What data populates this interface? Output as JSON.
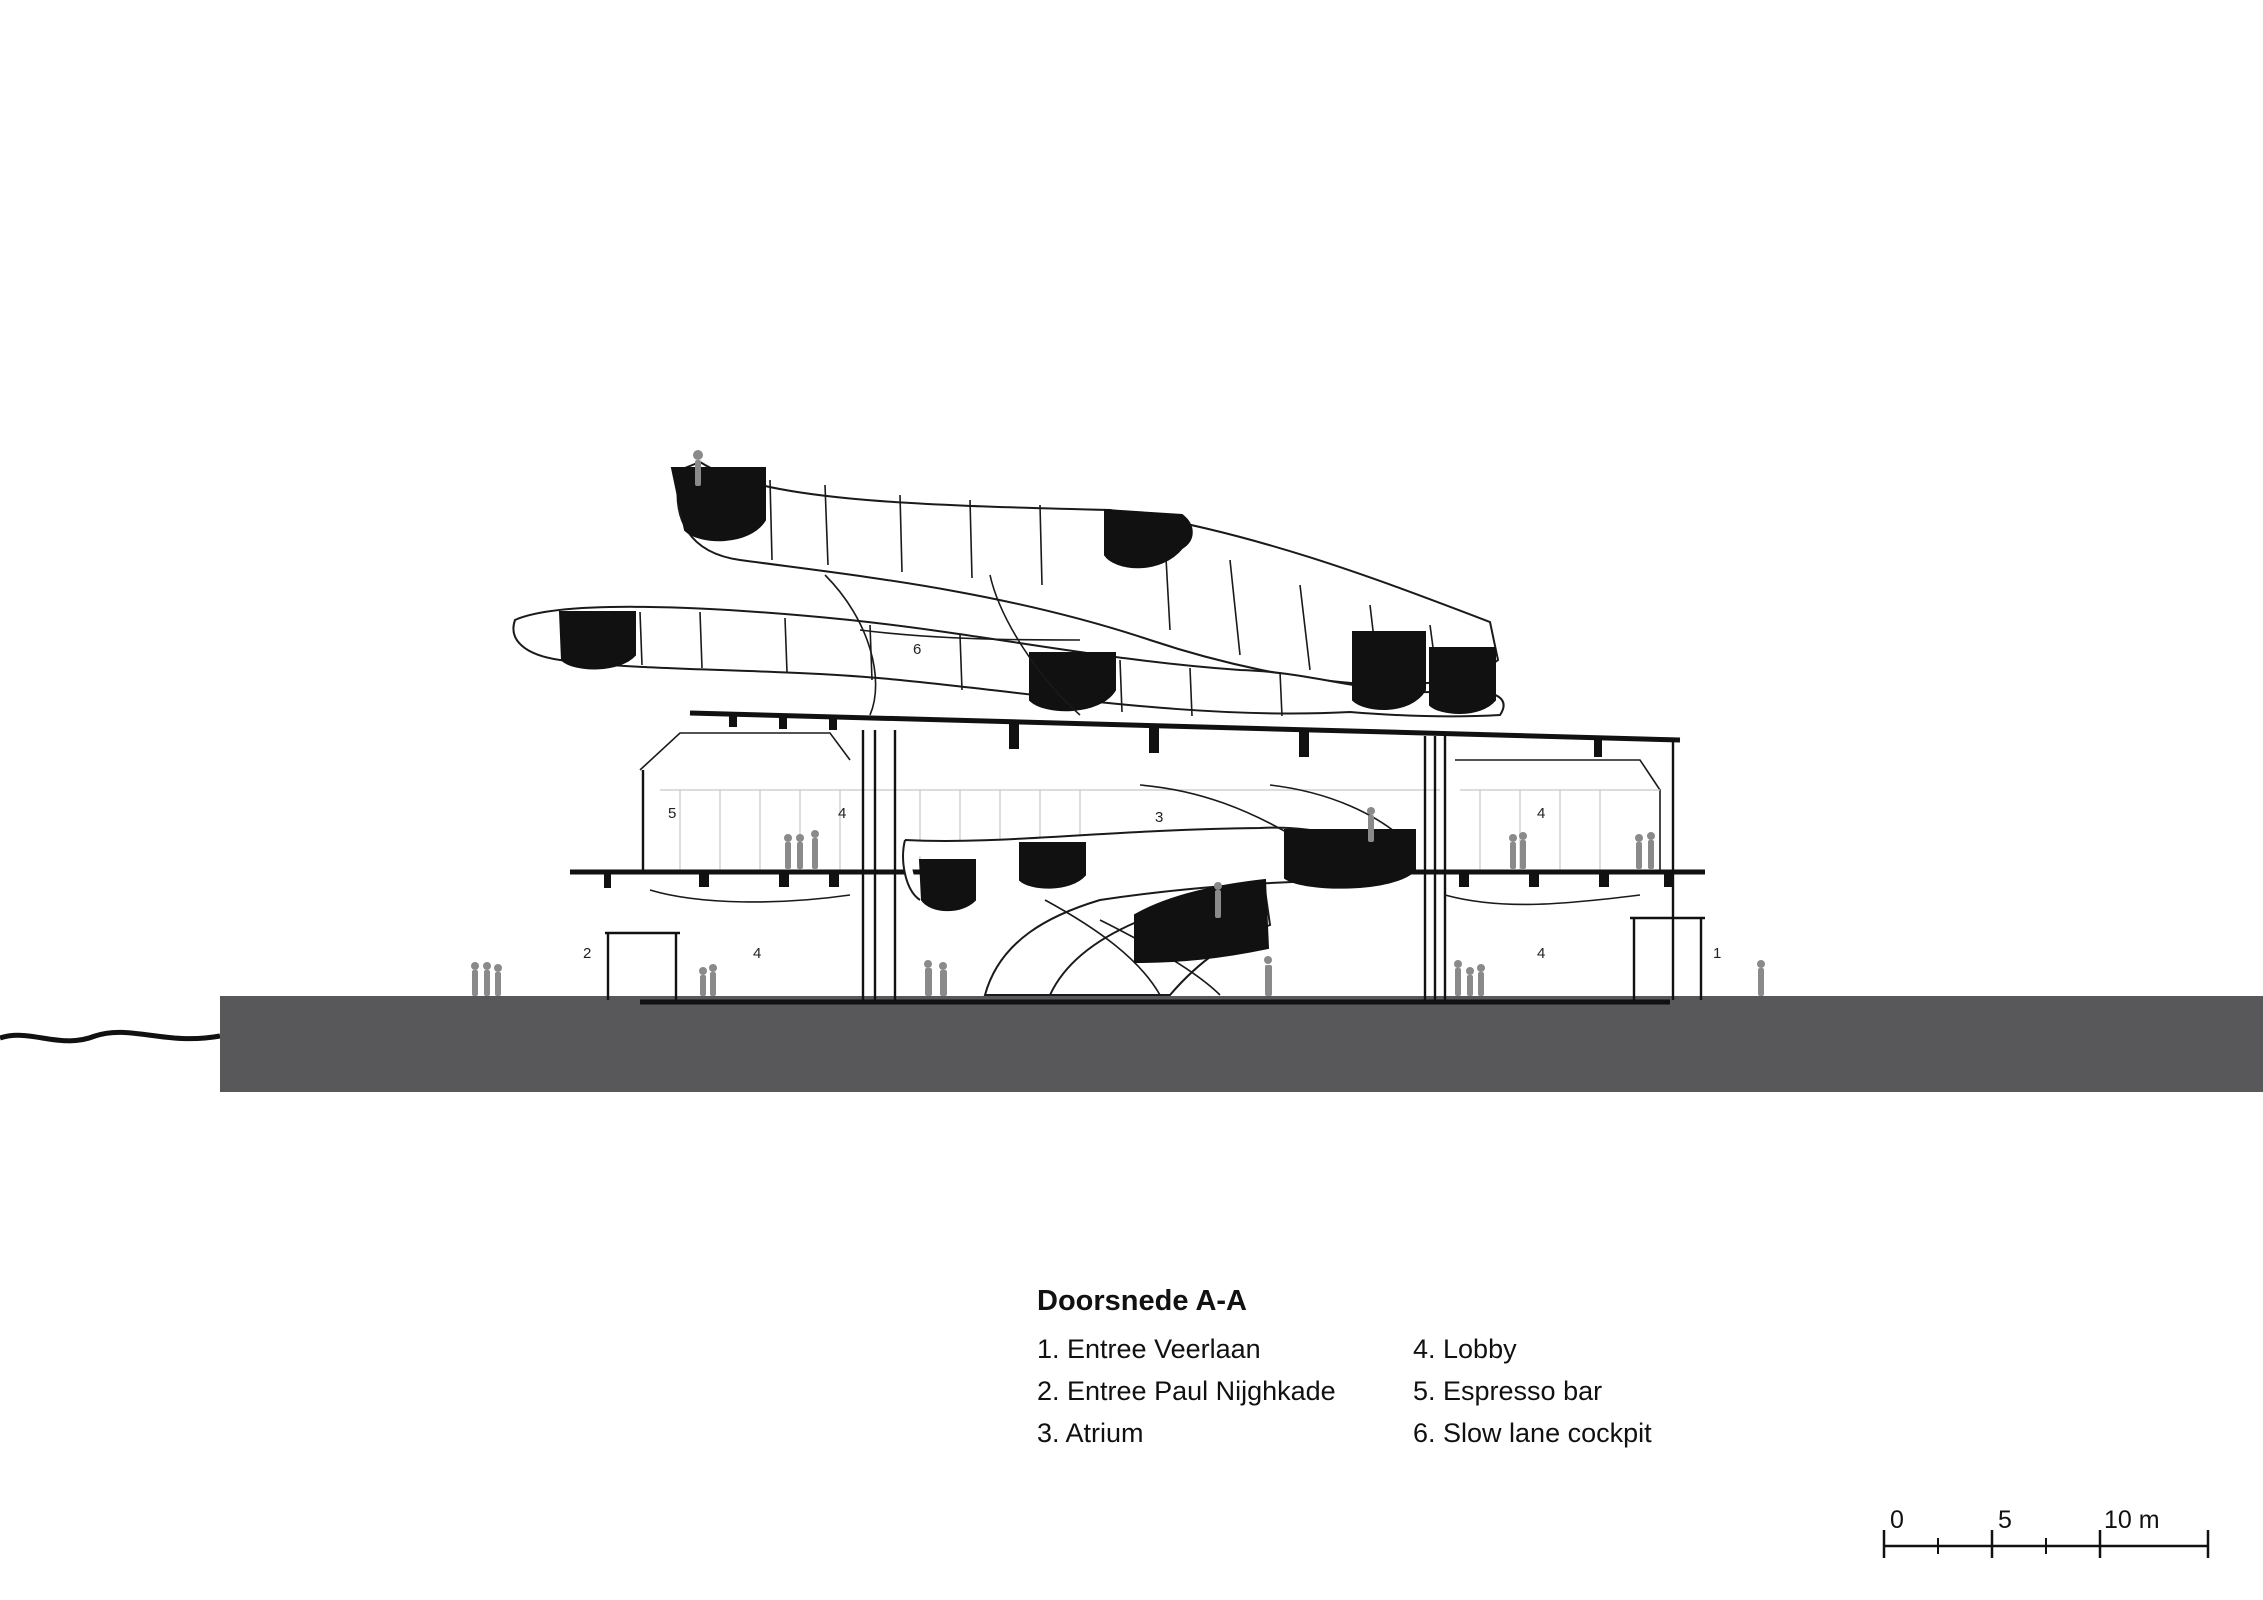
{
  "legend": {
    "title": "Doorsnede A-A",
    "column_1": [
      "1. Entree Veerlaan",
      "2. Entree Paul Nijghkade",
      "3. Atrium"
    ],
    "column_2": [
      "4. Lobby",
      "5. Espresso bar",
      "6. Slow lane cockpit"
    ]
  },
  "zone_labels": {
    "zone_1": "1",
    "zone_2": "2",
    "zone_3": "3",
    "zone_4": "4",
    "zone_5": "5",
    "zone_6": "6"
  },
  "scale": {
    "tick_0": "0",
    "tick_5": "5",
    "tick_10": "10 m"
  },
  "colors": {
    "ground": "#58585a",
    "ink": "#111111",
    "people": "#8a8a8a"
  }
}
